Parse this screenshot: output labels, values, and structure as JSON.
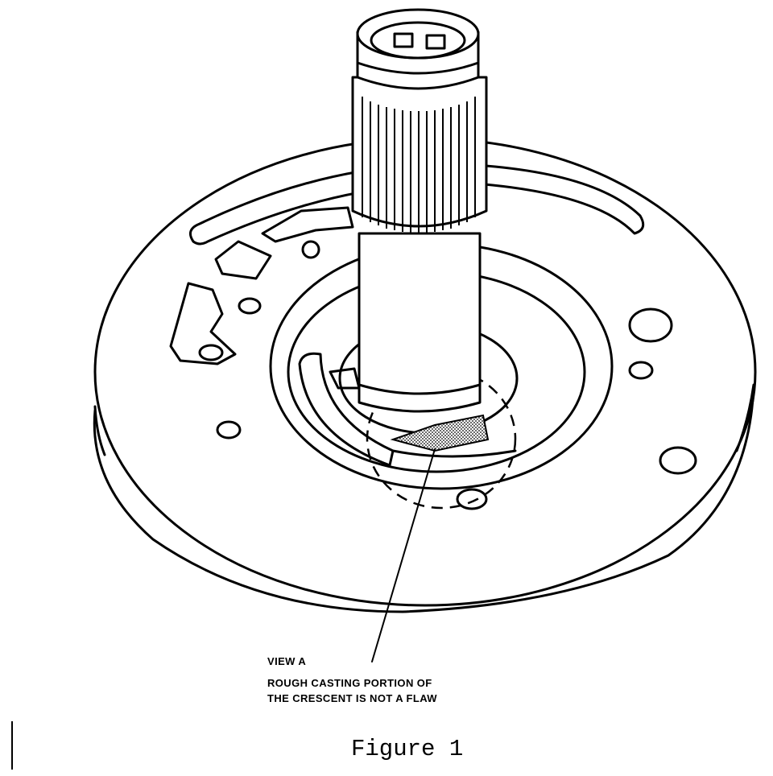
{
  "callout": {
    "title": "VIEW A",
    "line1": "ROUGH CASTING PORTION OF",
    "line2": "THE CRESCENT IS NOT A FLAW"
  },
  "caption": "Figure 1"
}
